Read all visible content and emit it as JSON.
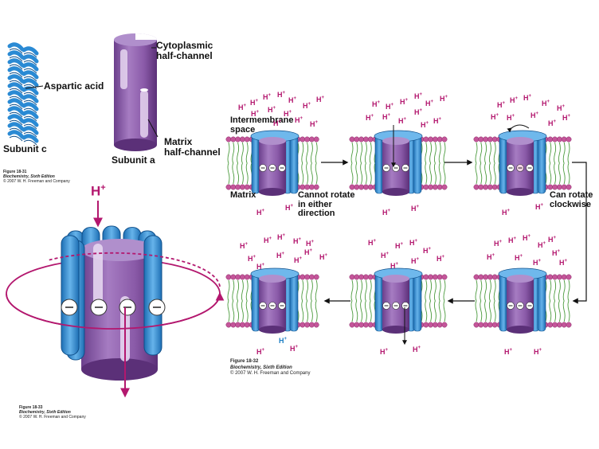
{
  "fig31": {
    "helix_label": "Aspartic acid",
    "subunit_c": "Subunit c",
    "cyto_label": "Cytoplasmic\nhalf-channel",
    "matrix_label": "Matrix\nhalf-channel",
    "subunit_a": "Subunit a",
    "caption": {
      "figure": "Figure 18-31",
      "book": "Biochemistry, Sixth Edition",
      "copyright": "© 2007 W. H. Freeman and Company"
    }
  },
  "fig33": {
    "proton": "H",
    "caption": {
      "figure": "Figure 18-33",
      "book": "Biochemistry, Sixth Edition",
      "copyright": "© 2007 W. H. Freeman and Company"
    }
  },
  "fig32": {
    "intermembrane": "Intermembrane\nspace",
    "matrix": "Matrix",
    "cannot_rotate": "Cannot rotate\nin either\ndirection",
    "can_rotate": "Can rotate\nclockwise",
    "proton": "H",
    "caption": {
      "figure": "Figure 18-32",
      "book": "Biochemistry, Sixth Edition",
      "copyright": "© 2007 W. H. Freeman and Company"
    }
  },
  "colors": {
    "purple": "#8a5aa8",
    "blue": "#2f8fd6",
    "magenta": "#b3176e",
    "membrane_head": "#c4569a",
    "membrane_tail": "#4a9a3c"
  }
}
